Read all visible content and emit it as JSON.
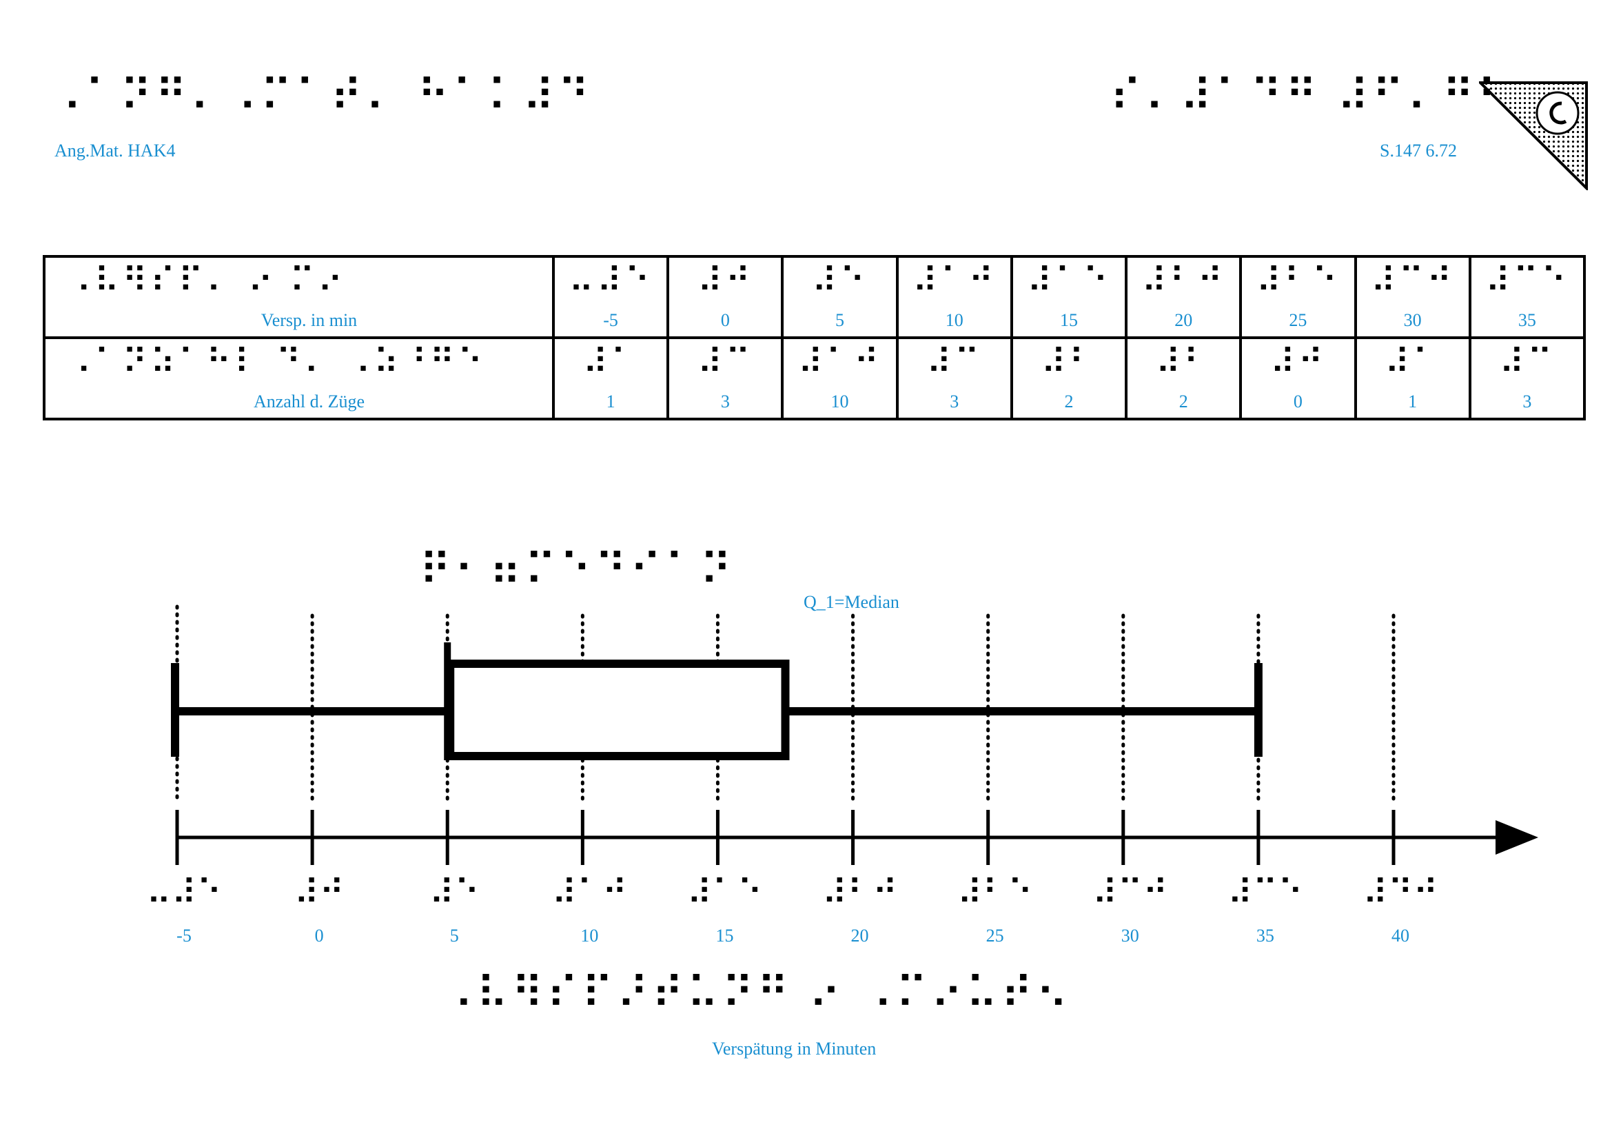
{
  "header": {
    "left_braille": "⠠⠁⠝⠛⠄⠠⠍⠁⠞⠄ ⠓⠁⠅⠼⠙",
    "left_label": "Ang.Mat. HAK4",
    "right_braille": "⠎⠄⠼⠁⠙⠛ ⠼⠋⠄⠛⠃",
    "right_label": "S.147 6.72"
  },
  "table": {
    "rows": [
      {
        "braille": "⠠⠧⠻⠎⠏⠄ ⠔ ⠍⠔",
        "label": "Versp. in min",
        "cells": [
          {
            "braille": "⠤⠼⠑",
            "label": "-5"
          },
          {
            "braille": "⠼⠚",
            "label": "0"
          },
          {
            "braille": "⠼⠑",
            "label": "5"
          },
          {
            "braille": "⠼⠁⠚",
            "label": "10"
          },
          {
            "braille": "⠼⠁⠑",
            "label": "15"
          },
          {
            "braille": "⠼⠃⠚",
            "label": "20"
          },
          {
            "braille": "⠼⠃⠑",
            "label": "25"
          },
          {
            "braille": "⠼⠉⠚",
            "label": "30"
          },
          {
            "braille": "⠼⠉⠑",
            "label": "35"
          }
        ]
      },
      {
        "braille": "⠠⠁⠝⠵⠁⠓⠇ ⠙⠄ ⠠⠵⠘⠛⠑",
        "label": "Anzahl d. Züge",
        "cells": [
          {
            "braille": "⠼⠁",
            "label": "1"
          },
          {
            "braille": "⠼⠉",
            "label": "3"
          },
          {
            "braille": "⠼⠁⠚",
            "label": "10"
          },
          {
            "braille": "⠼⠉",
            "label": "3"
          },
          {
            "braille": "⠼⠃",
            "label": "2"
          },
          {
            "braille": "⠼⠃",
            "label": "2"
          },
          {
            "braille": "⠼⠚",
            "label": "0"
          },
          {
            "braille": "⠼⠁",
            "label": "1"
          },
          {
            "braille": "⠼⠉",
            "label": "3"
          }
        ]
      }
    ]
  },
  "chart_data": {
    "type": "boxplot",
    "title_braille": "⠟⠂⠶⠍⠑⠙⠊⠁⠝",
    "annotation": "Q_1=Median",
    "xlabel": "Verspätung in Minuten",
    "xlabel_braille": "⠠⠧⠻⠎⠏⠜⠞⠥⠝⠛ ⠔ ⠠⠍⠔⠥⠞⠢",
    "xlim": [
      -5,
      40
    ],
    "xticks": [
      -5,
      0,
      5,
      10,
      15,
      20,
      25,
      30,
      35,
      40
    ],
    "xtick_labels": [
      "-5",
      "0",
      "5",
      "10",
      "15",
      "20",
      "25",
      "30",
      "35",
      "40"
    ],
    "xtick_braille": [
      "⠤⠼⠑",
      "⠼⠚",
      "⠼⠑",
      "⠼⠁⠚",
      "⠼⠁⠑",
      "⠼⠃⠚",
      "⠼⠃⠑",
      "⠼⠉⠚",
      "⠼⠉⠑",
      "⠼⠙⠚"
    ],
    "grid": true,
    "min": -5,
    "q1": 5,
    "median": 5,
    "q3": 17.5,
    "max": 35
  }
}
